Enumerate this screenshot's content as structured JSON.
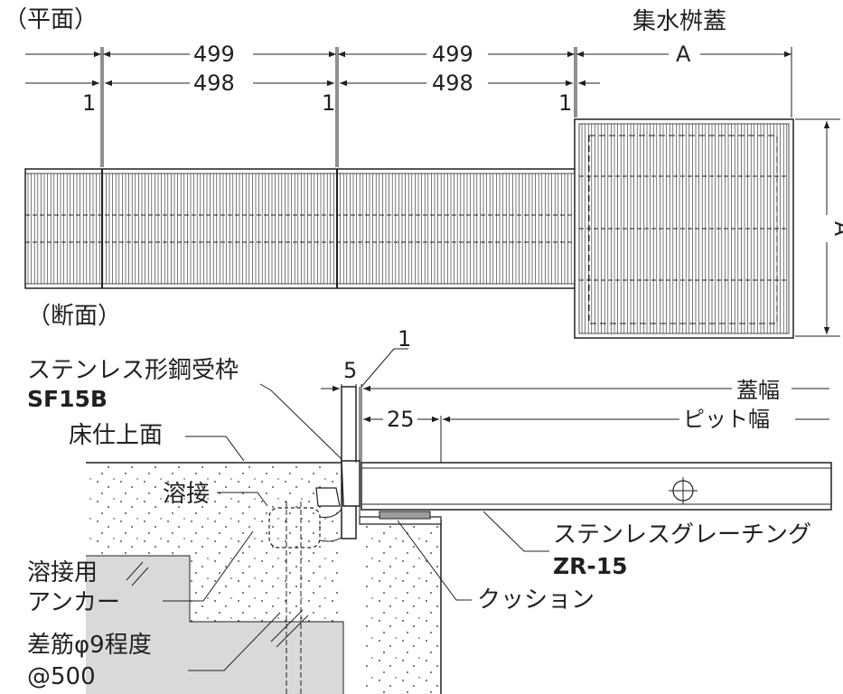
{
  "plan": {
    "heading": "（平面）",
    "catch_basin_cover": "集水桝蓋",
    "dim_pitch_outer_1": "499",
    "dim_pitch_outer_2": "499",
    "dim_pitch_inner_1": "498",
    "dim_pitch_inner_2": "498",
    "gap_1": "1",
    "gap_2": "1",
    "gap_3": "1",
    "cover_width": "A",
    "cover_height": "A"
  },
  "section": {
    "heading": "（断面）",
    "frame_name": "ステンレス形鋼受枠",
    "frame_code": "SF15B",
    "floor_finish": "床仕上面",
    "weld": "溶接",
    "weld_anchor_line1": "溶接用",
    "weld_anchor_line2": "アンカー",
    "rebar_line1": "差筋φ9程度",
    "rebar_line2": "@500",
    "dim_top_gap": "1",
    "dim_frame": "5",
    "dim_offset": "25",
    "lid_width": "蓋幅",
    "pit_width": "ピット幅",
    "grating_name": "ステンレスグレーチング",
    "grating_code": "ZR-15",
    "cushion": "クッション"
  }
}
